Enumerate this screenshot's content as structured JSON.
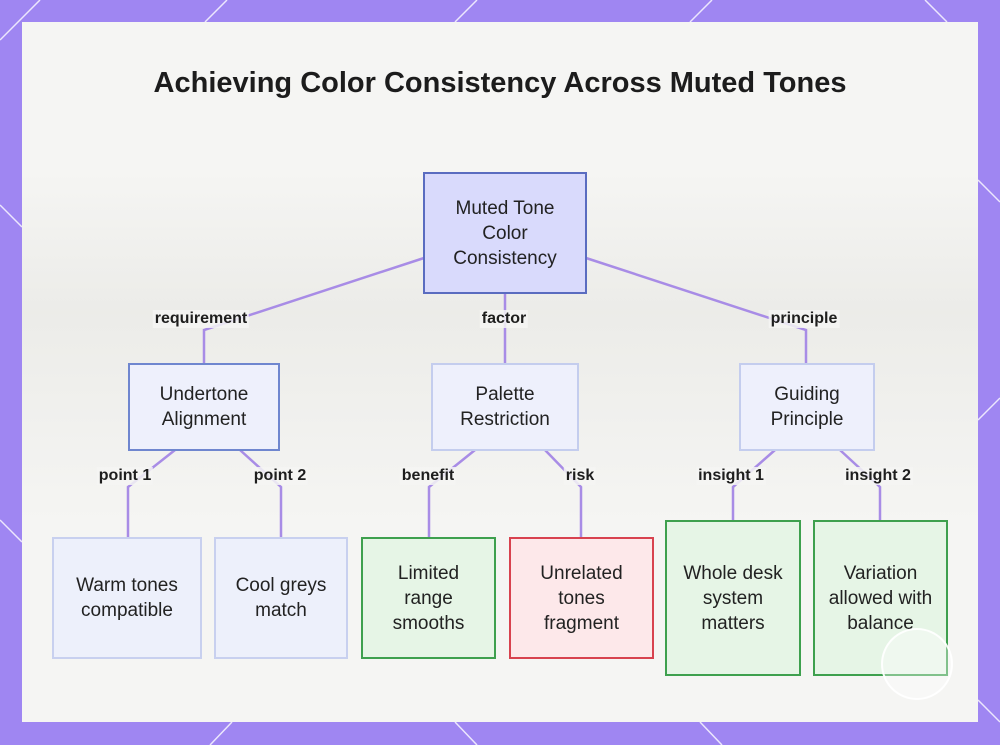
{
  "title": "Achieving Color Consistency Across Muted Tones",
  "nodes": {
    "root": "Muted Tone Color Consistency",
    "undertone": "Undertone Alignment",
    "palette": "Palette Restriction",
    "guiding": "Guiding Principle",
    "warm": "Warm tones compatible",
    "cool": "Cool greys match",
    "limited": "Limited range smooths",
    "unrelated": "Unrelated tones fragment",
    "whole": "Whole desk system matters",
    "variation": "Variation allowed with balance"
  },
  "edges": {
    "requirement": "requirement",
    "factor": "factor",
    "principle": "principle",
    "point1": "point 1",
    "point2": "point 2",
    "benefit": "benefit",
    "risk": "risk",
    "insight1": "insight 1",
    "insight2": "insight 2"
  },
  "colors": {
    "edge": "#a88ce6",
    "frame": "#9f86f2",
    "root_fill": "#d9dafc",
    "green_border": "#3ea04e",
    "red_border": "#d8424f"
  }
}
